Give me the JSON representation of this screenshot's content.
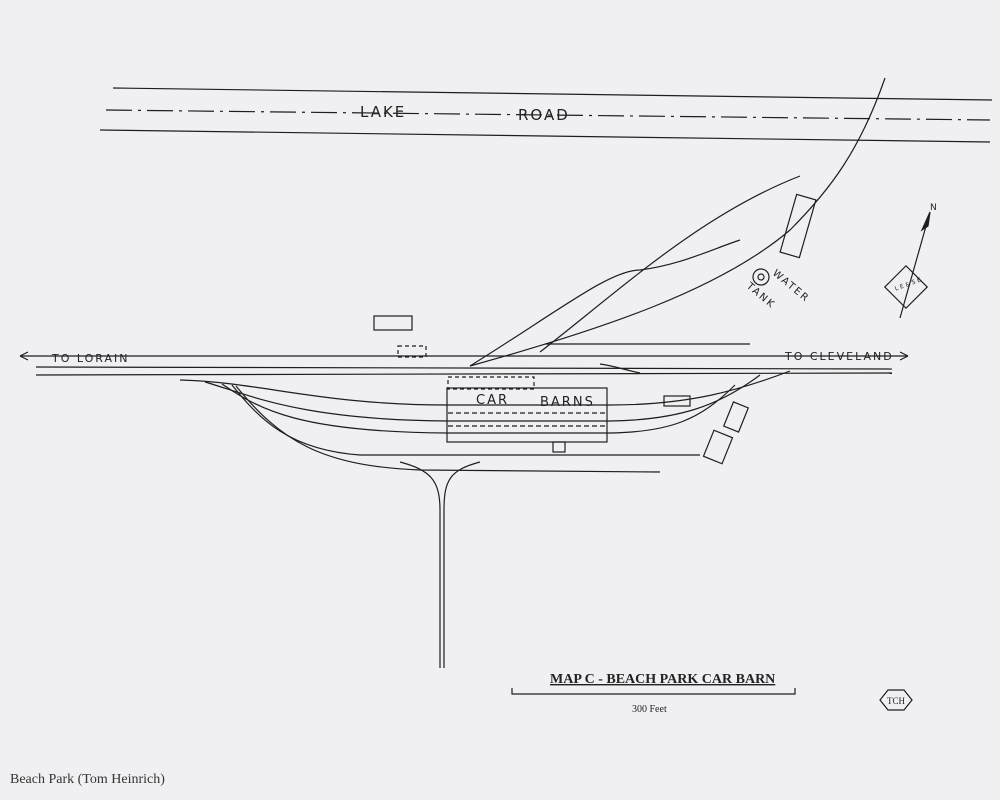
{
  "labels": {
    "road": [
      "LAKE",
      "ROAD"
    ],
    "to_lorain": "TO LORAIN",
    "to_cleveland": "TO CLEVELAND",
    "car": "CAR",
    "barns": "BARNS",
    "water": "WATER",
    "tank": "TANK",
    "north": "N",
    "seal": "LE&SE",
    "map_title": "MAP C - BEACH PARK CAR BARN",
    "scale": "300 Feet",
    "initials": "TCH"
  },
  "caption": "Beach Park (Tom Heinrich)",
  "colors": {
    "ink": "#1e1e1e",
    "paper": "#f0f0f3"
  }
}
